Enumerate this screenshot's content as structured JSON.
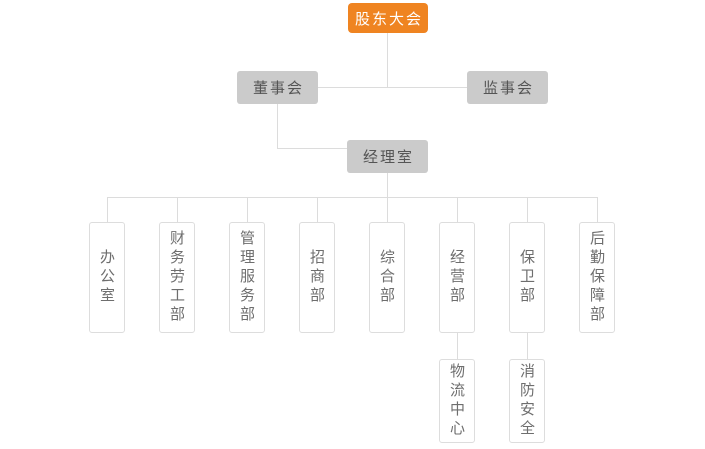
{
  "org_chart": {
    "type": "organization-chart",
    "root": {
      "label": "股东大会"
    },
    "level2": [
      {
        "id": "board-of-directors",
        "label": "董事会"
      },
      {
        "id": "supervisory-board",
        "label": "监事会"
      }
    ],
    "level3": {
      "id": "manager-office",
      "label": "经理室"
    },
    "departments": [
      {
        "id": "general-office",
        "label": "办公室"
      },
      {
        "id": "finance-labor-dept",
        "label": "财务劳工部"
      },
      {
        "id": "management-service-dept",
        "label": "管理服务部"
      },
      {
        "id": "investment-dept",
        "label": "招商部"
      },
      {
        "id": "comprehensive-dept",
        "label": "综合部"
      },
      {
        "id": "operations-dept",
        "label": "经营部"
      },
      {
        "id": "security-dept",
        "label": "保卫部"
      },
      {
        "id": "logistics-support-dept",
        "label": "后勤保障部"
      }
    ],
    "sub_departments": [
      {
        "id": "logistics-center",
        "label": "物流中心",
        "parent": "经营部"
      },
      {
        "id": "fire-safety",
        "label": "消防安全",
        "parent": "保卫部"
      }
    ],
    "colors": {
      "root_bg": "#ef8421",
      "root_text": "#ffffff",
      "node_bg": "#cbcbcb",
      "node_text": "#555555",
      "dept_border": "#dddddd",
      "dept_text": "#6e6e6e",
      "line": "#dcdcdc",
      "background": "#ffffff"
    }
  }
}
